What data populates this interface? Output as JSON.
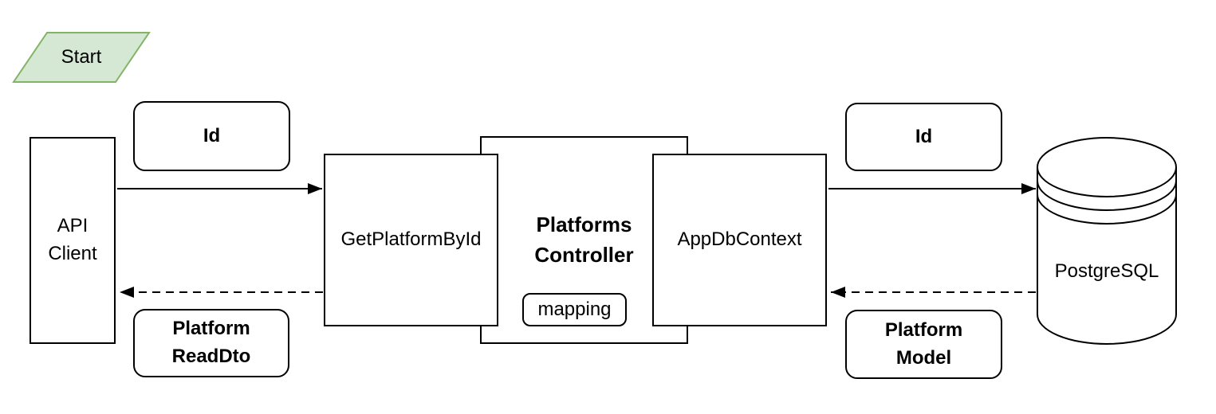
{
  "diagram": {
    "background": "#ffffff",
    "nodes": {
      "start": {
        "label": "Start",
        "shape": "parallelogram",
        "fill": "#d5e8d4",
        "stroke": "#82b366"
      },
      "api_client": {
        "label": "API\nClient",
        "shape": "rectangle"
      },
      "id_left": {
        "label": "Id",
        "shape": "rounded-rectangle"
      },
      "get_platform_by_id": {
        "label": "GetPlatformById",
        "shape": "rectangle"
      },
      "platforms_controller": {
        "label": "Platforms\nController",
        "shape": "rectangle"
      },
      "mapping": {
        "label": "mapping",
        "shape": "rounded-rectangle"
      },
      "app_db_context": {
        "label": "AppDbContext",
        "shape": "rectangle"
      },
      "id_right": {
        "label": "Id",
        "shape": "rounded-rectangle"
      },
      "platform_read_dto": {
        "label": "Platform\nReadDto",
        "shape": "rounded-rectangle"
      },
      "platform_model": {
        "label": "Platform\nModel",
        "shape": "rounded-rectangle"
      },
      "postgresql": {
        "label": "PostgreSQL",
        "shape": "database-cylinder"
      }
    },
    "edges": [
      {
        "from": "api_client",
        "to": "get_platform_by_id",
        "style": "solid-arrow",
        "payload": "Id"
      },
      {
        "from": "get_platform_by_id",
        "to": "api_client",
        "style": "dashed-arrow",
        "payload": "Platform ReadDto"
      },
      {
        "from": "app_db_context",
        "to": "postgresql",
        "style": "solid-arrow",
        "payload": "Id"
      },
      {
        "from": "postgresql",
        "to": "app_db_context",
        "style": "dashed-arrow",
        "payload": "Platform Model"
      }
    ],
    "colors": {
      "node_fill": "#ffffff",
      "node_stroke": "#000000",
      "text": "#000000",
      "start_fill": "#d5e8d4",
      "start_stroke": "#82b366"
    }
  }
}
